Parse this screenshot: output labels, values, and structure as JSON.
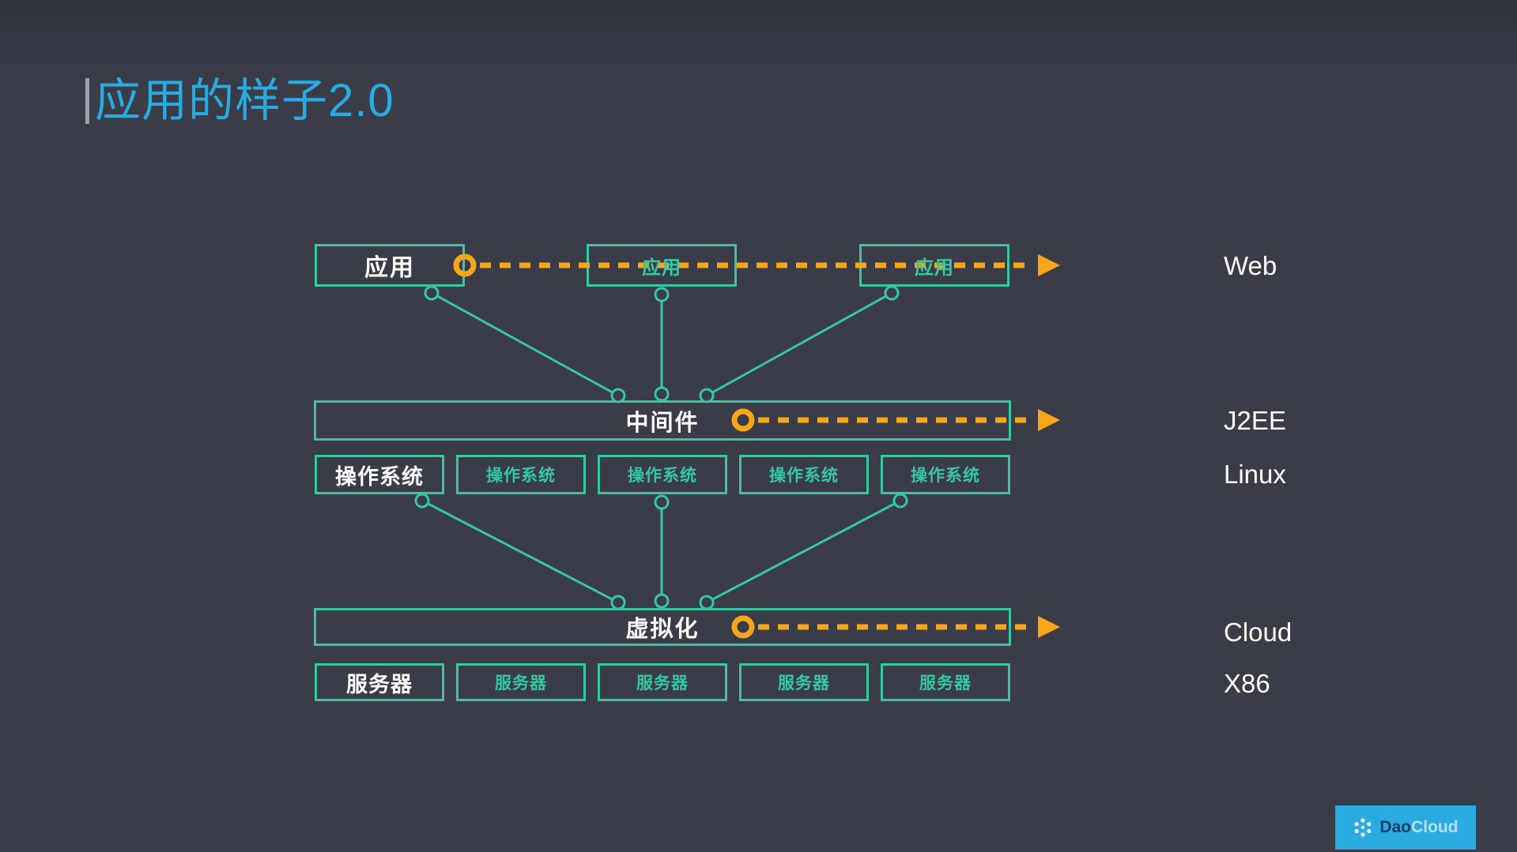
{
  "slide": {
    "title": "应用的样子2.0"
  },
  "diagram": {
    "app_layer": {
      "primary": "应用",
      "instance_2": "应用",
      "instance_3": "应用"
    },
    "middleware": {
      "label": "中间件"
    },
    "os_layer": {
      "primary": "操作系统",
      "instance_2": "操作系统",
      "instance_3": "操作系统",
      "instance_4": "操作系统",
      "instance_5": "操作系统"
    },
    "virtualization": {
      "label": "虚拟化"
    },
    "server_layer": {
      "primary": "服务器",
      "instance_2": "服务器",
      "instance_3": "服务器",
      "instance_4": "服务器",
      "instance_5": "服务器"
    },
    "annotations": {
      "web": "Web",
      "j2ee": "J2EE",
      "linux": "Linux",
      "cloud": "Cloud",
      "x86": "X86"
    }
  },
  "colors": {
    "background": "#3A3D48",
    "teal": "#35C7A3",
    "orange": "#F8A71B",
    "title_blue": "#29ABE2"
  },
  "logo": {
    "dao": "Dao",
    "cloud": "Cloud"
  }
}
